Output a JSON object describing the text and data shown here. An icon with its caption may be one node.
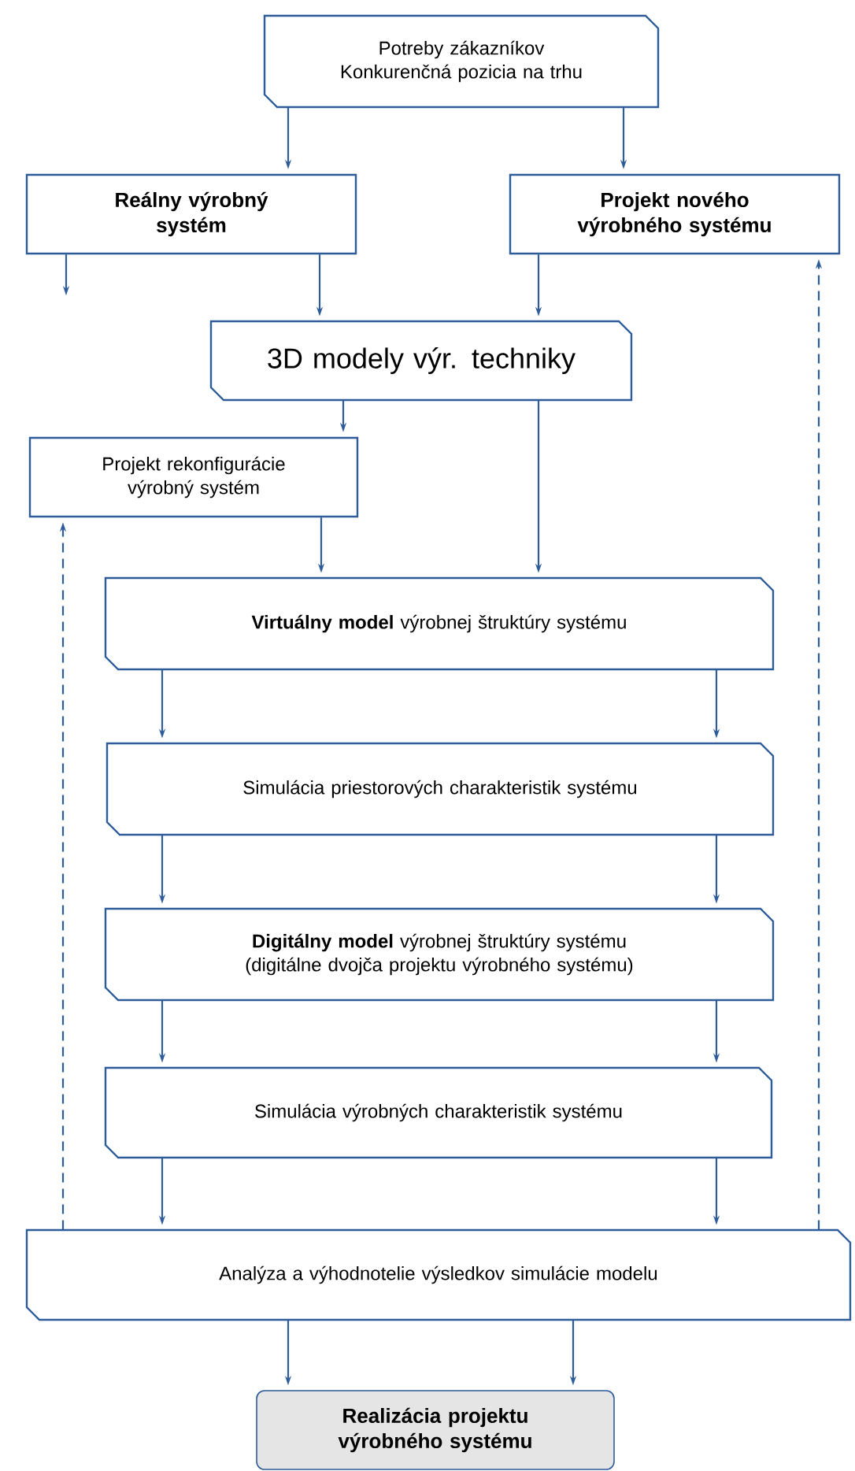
{
  "diagram": {
    "nodes": [
      {
        "text": [
          "Potreby zákazníkov",
          "Konkurenčná pozicia na trhu"
        ]
      },
      {
        "text": [
          "Reálny výrobný systém"
        ]
      },
      {
        "text": [
          "Projekt nového výrobného systému"
        ]
      },
      {
        "text": [
          "3D modely výr. techniky"
        ]
      },
      {
        "text": [
          "Projekt rekonfigurácie výrobný systém"
        ]
      },
      {
        "text": [
          "**Virtuálny model** výrobnej štruktúry systému"
        ]
      },
      {
        "text": [
          "Simulácia priestorových charakteristik systému"
        ]
      },
      {
        "text": [
          "**Digitálny model** výrobnej štruktúry systému",
          "(digitálne dvojča projektu výrobného systému)"
        ]
      },
      {
        "text": [
          "Simulácia výrobných charakteristik systému"
        ]
      },
      {
        "text": [
          "Analýza a výhodnotelie výsledkov simulácie modelu"
        ]
      },
      {
        "text": [
          "Realizácia projektu výrobného systému"
        ]
      }
    ],
    "edges": [
      {
        "from": 0,
        "to": 1,
        "arrow": "to"
      },
      {
        "from": 0,
        "to": 2,
        "arrow": "to"
      },
      {
        "from": 1,
        "to": null,
        "arrow": "to"
      },
      {
        "from": 1,
        "to": 3,
        "arrow": "to"
      },
      {
        "from": 2,
        "to": 3,
        "arrow": "to"
      },
      {
        "from": 3,
        "to": 4,
        "arrow": "to"
      },
      {
        "from": 3,
        "to": 5,
        "arrow": "to"
      },
      {
        "from": 4,
        "to": 5,
        "arrow": "to"
      },
      {
        "from": 5,
        "to": 6,
        "arrow": "to"
      },
      {
        "from": 5,
        "to": 6,
        "arrow": "to"
      },
      {
        "from": 6,
        "to": 7,
        "arrow": "to"
      },
      {
        "from": 6,
        "to": 7,
        "arrow": "to"
      },
      {
        "from": 7,
        "to": 8,
        "arrow": "to"
      },
      {
        "from": 7,
        "to": 8,
        "arrow": "to"
      },
      {
        "from": 8,
        "to": 9,
        "arrow": "to"
      },
      {
        "from": 8,
        "to": 9,
        "arrow": "to"
      },
      {
        "from": 9,
        "to": 10,
        "arrow": "to"
      },
      {
        "from": 9,
        "to": 10,
        "arrow": "to"
      },
      {
        "from": 9,
        "to": 4,
        "arrow": "to",
        "style": "dashed"
      },
      {
        "from": 9,
        "to": 2,
        "arrow": "to",
        "style": "dashed"
      }
    ]
  }
}
